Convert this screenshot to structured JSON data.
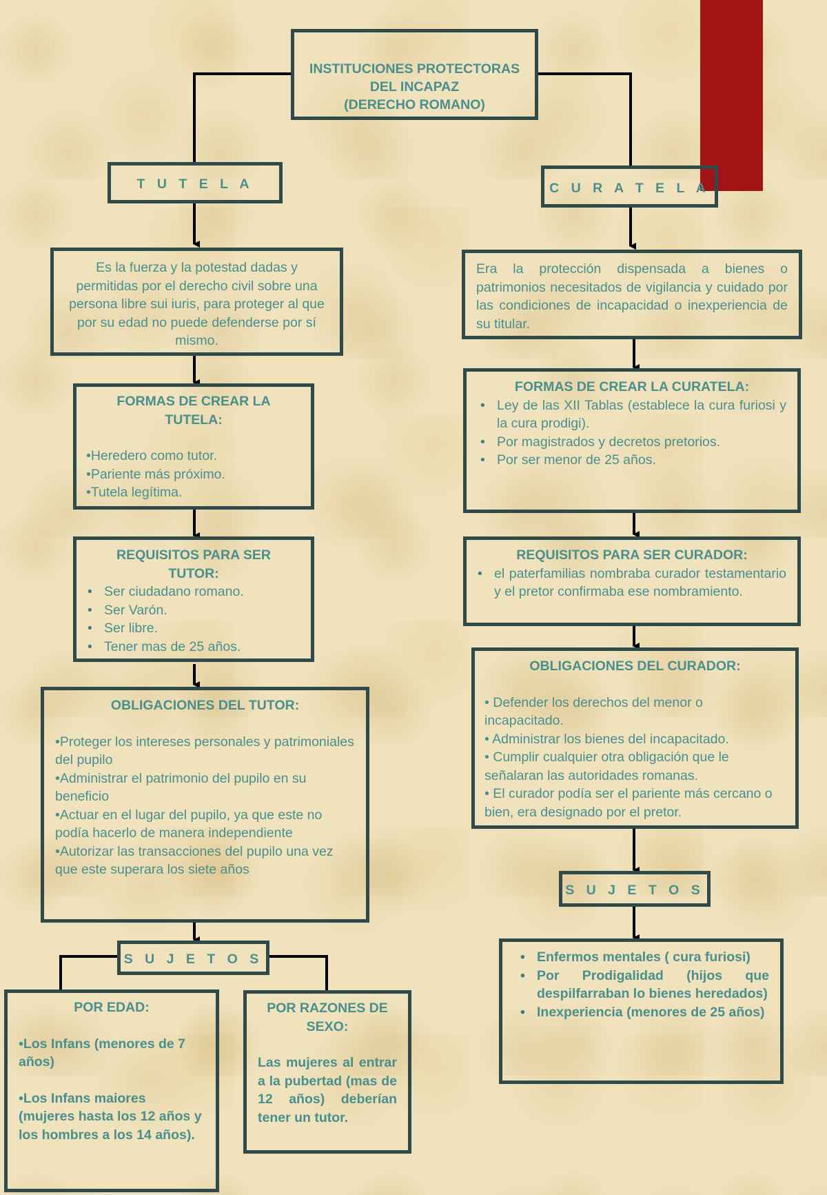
{
  "title": {
    "line1": "INSTITUCIONES PROTECTORAS",
    "line2": "DEL INCAPAZ",
    "line3": "(DERECHO ROMANO)"
  },
  "tutela": {
    "heading": "T U T E L A",
    "definition": "Es la fuerza y la potestad dadas y permitidas por el derecho civil sobre una persona libre sui iuris, para proteger al que por su edad no puede defenderse por sí mismo.",
    "formas": {
      "title": "FORMAS DE CREAR LA TUTELA:",
      "items": [
        "•Heredero como tutor.",
        "•Pariente más próximo.",
        "•Tutela legítima."
      ]
    },
    "requisitos": {
      "title": "REQUISITOS PARA SER TUTOR:",
      "items": [
        "Ser ciudadano romano.",
        "Ser Varón.",
        "Ser libre.",
        "Tener mas de 25 años."
      ]
    },
    "obligaciones": {
      "title": "OBLIGACIONES DEL TUTOR:",
      "items": [
        "•Proteger los intereses personales y patrimoniales del pupilo",
        "•Administrar el patrimonio del pupilo en su beneficio",
        "•Actuar en el lugar del pupilo, ya que este no podía hacerlo de manera independiente",
        "•Autorizar las transacciones del pupilo una vez que este superara los siete años"
      ]
    },
    "sujetos": {
      "heading": "S U J E T O S",
      "edad": {
        "title": "POR EDAD:",
        "items": [
          "•Los Infans (menores de 7 años)",
          "•Los Infans maiores (mujeres hasta los 12 años y los hombres a los 14 años)."
        ]
      },
      "sexo": {
        "title": "POR RAZONES DE SEXO:",
        "text": "Las mujeres al entrar a la pubertad (mas de 12 años) deberían tener un tutor."
      }
    }
  },
  "curatela": {
    "heading": "C U R A T E L A",
    "definition": "Era la protección dispensada a bienes o patrimonios necesitados de vigilancia y cuidado por las condiciones de incapacidad o inexperiencia de su titular.",
    "formas": {
      "title": "FORMAS DE CREAR LA CURATELA:",
      "items": [
        "Ley de las XII Tablas (establece la cura furiosi y la cura prodigi).",
        "Por magistrados y decretos pretorios.",
        "Por ser menor de 25 años."
      ]
    },
    "requisitos": {
      "title": "REQUISITOS PARA SER CURADOR:",
      "items": [
        "el paterfamilias nombraba curador testamentario y el pretor confirmaba ese nombramiento."
      ]
    },
    "obligaciones": {
      "title": "OBLIGACIONES DEL CURADOR:",
      "items": [
        "• Defender los derechos del menor o incapacitado.",
        "• Administrar los bienes del incapacitado.",
        "• Cumplir cualquier otra obligación que le señalaran las autoridades romanas.",
        "• El curador podía ser el pariente más cercano o bien, era designado por el pretor."
      ]
    },
    "sujetos": {
      "heading": "S U J E T O S",
      "items": [
        "Enfermos mentales ( cura furiosi)",
        "Por Prodigalidad (hijos que despilfarraban lo bienes heredados)",
        "Inexperiencia (menores de 25 años)"
      ]
    }
  },
  "colors": {
    "border": "#2f4a48",
    "text": "#4a8f8c",
    "ribbon": "#a11416",
    "background": "#efe2bd"
  }
}
